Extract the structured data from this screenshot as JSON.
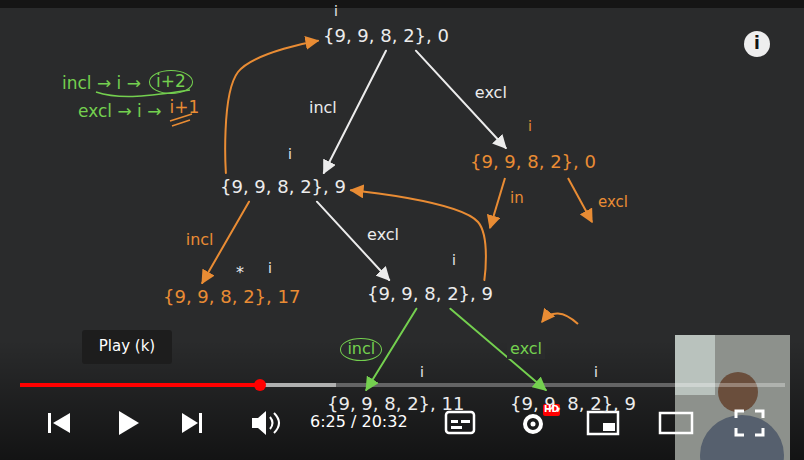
{
  "diagram": {
    "nodes": [
      {
        "text": [
          "{9, 9, 8, 2}, 0"
        ]
      },
      {
        "text": [
          "{9, 9, 8, 2}, 9"
        ]
      },
      {
        "text": [
          "{9, 9, 8, 2}, 0"
        ]
      },
      {
        "text": [
          "{9, 9, 8, 2}, 17"
        ]
      },
      {
        "text": [
          "{9, 9, 8, 2}, 9"
        ]
      },
      {
        "text": [
          "{9, 9, 8, 2}, 11"
        ]
      },
      {
        "text": [
          "{9, 9, 8, 2}, 9"
        ]
      }
    ],
    "edges": [
      {
        "from": 0,
        "to": 1,
        "arrow": "to",
        "label": "incl"
      },
      {
        "from": 0,
        "to": 2,
        "arrow": "to",
        "label": "excl"
      },
      {
        "from": 1,
        "to": 3,
        "arrow": "to",
        "label": "incl"
      },
      {
        "from": 1,
        "to": 4,
        "arrow": "to",
        "label": "excl"
      },
      {
        "from": 4,
        "to": 5,
        "arrow": "to",
        "label": "incl"
      },
      {
        "from": 4,
        "to": 6,
        "arrow": "to",
        "label": "excl"
      },
      {
        "from": 1,
        "to": 0,
        "arrow": "to"
      },
      {
        "from": 4,
        "to": 1,
        "arrow": "to"
      }
    ],
    "labels": [
      "incl → i →",
      "i+2",
      "excl → i →",
      "i+1",
      "i",
      "i",
      "i",
      "*",
      "i",
      "i",
      "i",
      "i",
      "in",
      "excl",
      "Play (k)",
      "6:25 / 20:32",
      "HD",
      "i"
    ]
  }
}
